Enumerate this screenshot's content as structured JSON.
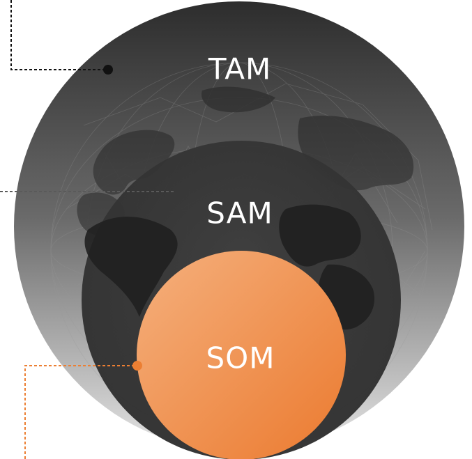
{
  "diagram": {
    "tam_label": "TAM",
    "sam_label": "SAM",
    "som_label": "SOM"
  },
  "colors": {
    "tam_dark": "#2f2f2f",
    "tam_light": "#d8d8d8",
    "sam_fill": "#343434",
    "som_light": "#f4b07a",
    "som_dark": "#ec7f33",
    "connector_dark": "#111111",
    "connector_gray": "#5a5a5a",
    "connector_orange": "#ec7f33"
  },
  "icons": {
    "background": "world-map-globe-icon"
  }
}
